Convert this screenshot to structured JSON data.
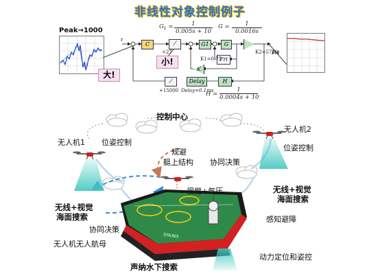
{
  "title": "非线性对象控制例子",
  "control": {
    "peak_label": "Peak→1000",
    "g1_label": "G",
    "g1_sub": "1",
    "g1_num": "1",
    "g1_den": "0.005s + 10",
    "g_label": "G =",
    "g_num": "1",
    "g_den": "0.0016s",
    "h_label": "H =",
    "h_num": "1",
    "h_den": "0.0004s + 10",
    "block_c": "C",
    "block_g1": "G1",
    "block_g": "G",
    "block_fri": "Fri",
    "block_delay": "Delay",
    "block_h": "H",
    "k2": "K2=5730",
    "k1": "K1=0.75",
    "k1_block": "K",
    "plus27": "+27",
    "plus15000": "+15000",
    "delay_text": "Delay=0.1ms",
    "fri_out": "Fri",
    "r_in": "r",
    "big": "大!",
    "small": "小!"
  },
  "diagram": {
    "control_center": "控制中心",
    "uav1": "无人机1",
    "uav2": "无人机2",
    "pose_ctrl_left": "位姿控制",
    "pose_ctrl_right": "位姿控制",
    "avoid_line1": "规避",
    "avoid_line2": "艇上结构",
    "coop_top": "协同决策",
    "vision_pressure": "视觉+气压",
    "left_search_1": "无线+视觉",
    "left_search_2": "海面搜索",
    "right_search_1": "无线+视觉",
    "right_search_2": "海面搜索",
    "coop_bottom": "协同决策",
    "carrier": "无人机无人航母",
    "sense_avoid": "感知避障",
    "sonar": "声纳水下搜索",
    "dp": "动力定位和姿控",
    "boat_text": "SYA365"
  },
  "colors": {
    "hull_red": "#d42020",
    "deck_green": "#2f8a4a",
    "beam_cyan": "#40c8c0",
    "arrow_blue": "#3a8ad8",
    "arrow_orange": "#c87858"
  }
}
